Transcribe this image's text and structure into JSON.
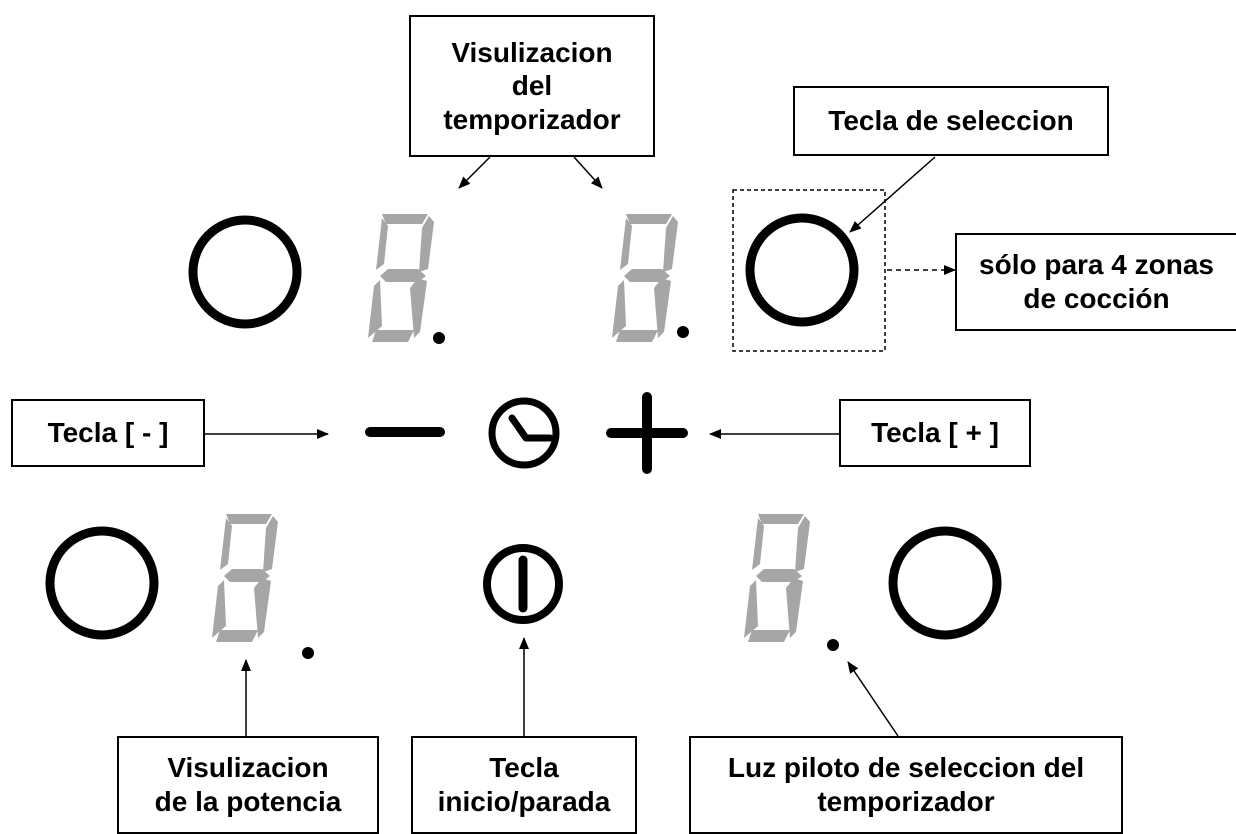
{
  "labels": {
    "timer_display": "Visulizacion\ndel\ntemporizador",
    "selection_key": "Tecla de seleccion",
    "four_zones_note": "sólo para 4 zonas\nde cocción",
    "minus_key": "Tecla [ - ]",
    "plus_key": "Tecla [ + ]",
    "power_display": "Visulizacion\nde la potencia",
    "on_off_key": "Tecla\ninicio/parada",
    "timer_pilot_light": "Luz piloto de seleccion del\ntemporizador"
  },
  "colors": {
    "stroke": "#000000",
    "segment": "#a6a6a6",
    "background": "#ffffff"
  },
  "icons": {
    "zone_key": "circle-icon",
    "digit": "seven-segment-digit",
    "minus": "minus-icon",
    "plus": "plus-icon",
    "timer": "clock-icon",
    "power": "power-icon"
  }
}
